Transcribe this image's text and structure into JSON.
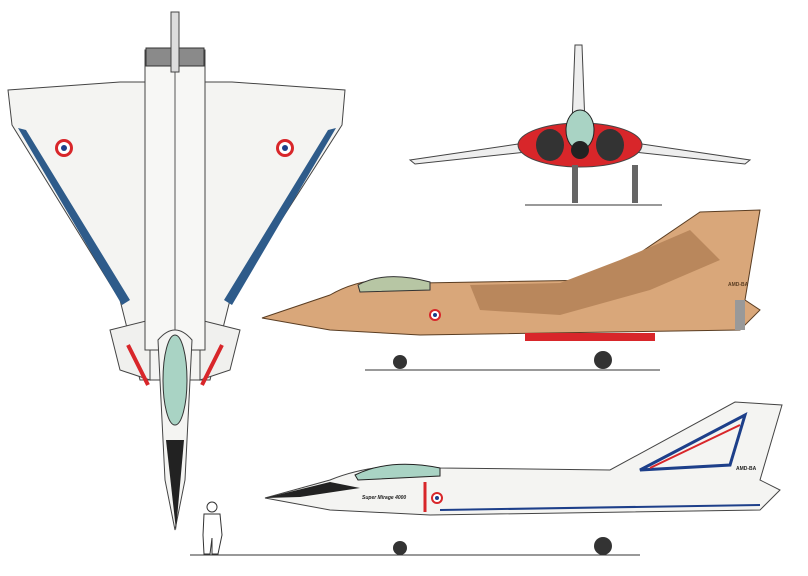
{
  "drawing": {
    "views": [
      "top-view",
      "front-view",
      "side-view-desert-camouflage",
      "side-view-white-livery"
    ],
    "markings": {
      "tail_code_desert": "AMD-BA",
      "tail_code_white": "AMD-BA",
      "nose_script": "Super Mirage 4000"
    },
    "colors": {
      "camo_tan": "#d9a77a",
      "camo_brown": "#b9875c",
      "camo_green": "#b7c6a4",
      "livery_white": "#f4f4f2",
      "stripe_blue": "#2e5b8a",
      "stripe_red": "#d8262a",
      "canopy": "#a9d3c4",
      "outline": "#333333"
    }
  }
}
